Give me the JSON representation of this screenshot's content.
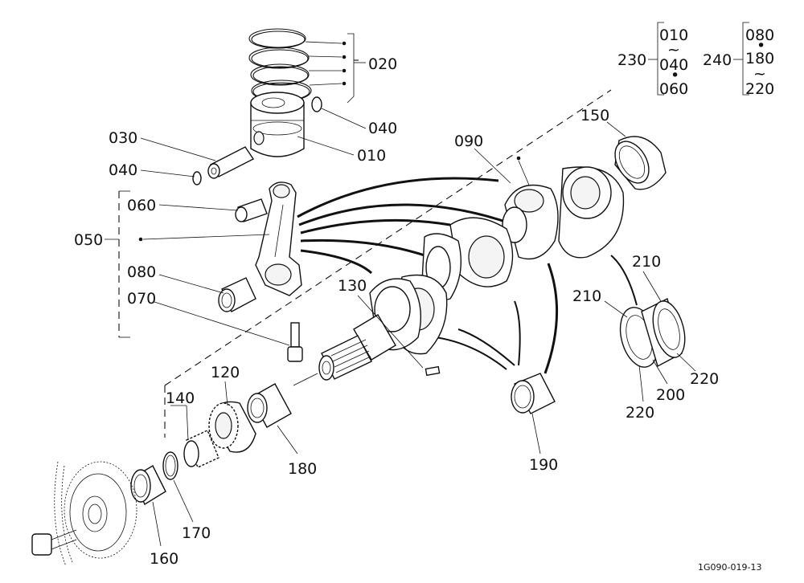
{
  "labels": [
    {
      "id": "piston-ring-set",
      "text": "020"
    },
    {
      "id": "piston",
      "text": "010"
    },
    {
      "id": "piston-pin-clip-top",
      "text": "040"
    },
    {
      "id": "piston-pin",
      "text": "030"
    },
    {
      "id": "piston-pin-clip",
      "text": "040"
    },
    {
      "id": "small-end-bushing",
      "text": "060"
    },
    {
      "id": "connecting-rod-assy",
      "text": "050"
    },
    {
      "id": "crankpin-bearing",
      "text": "080"
    },
    {
      "id": "connecting-rod-bolt",
      "text": "070"
    },
    {
      "id": "crankshaft",
      "text": "090"
    },
    {
      "id": "oil-seal-sleeve",
      "text": "150"
    },
    {
      "id": "crankshaft-key",
      "text": "130"
    },
    {
      "id": "crankshaft-gear",
      "text": "120"
    },
    {
      "id": "crankshaft-collar",
      "text": "140"
    },
    {
      "id": "front-bearing",
      "text": "180"
    },
    {
      "id": "o-ring",
      "text": "170"
    },
    {
      "id": "front-collar",
      "text": "160"
    },
    {
      "id": "main-bearing",
      "text": "190"
    },
    {
      "id": "bearing-case-a",
      "text": "210"
    },
    {
      "id": "bearing-case-b",
      "text": "210"
    },
    {
      "id": "main-bearing-2",
      "text": "200"
    },
    {
      "id": "thrust-washer-a",
      "text": "220"
    },
    {
      "id": "thrust-washer-b",
      "text": "220"
    }
  ],
  "groups": [
    {
      "id": "group-230",
      "code": "230",
      "items": [
        "010",
        "~",
        "040",
        "•",
        "060"
      ]
    },
    {
      "id": "group-240",
      "code": "240",
      "items": [
        "080",
        "•",
        "180",
        "~",
        "220"
      ]
    }
  ],
  "figure_code": "1G090-019-13"
}
